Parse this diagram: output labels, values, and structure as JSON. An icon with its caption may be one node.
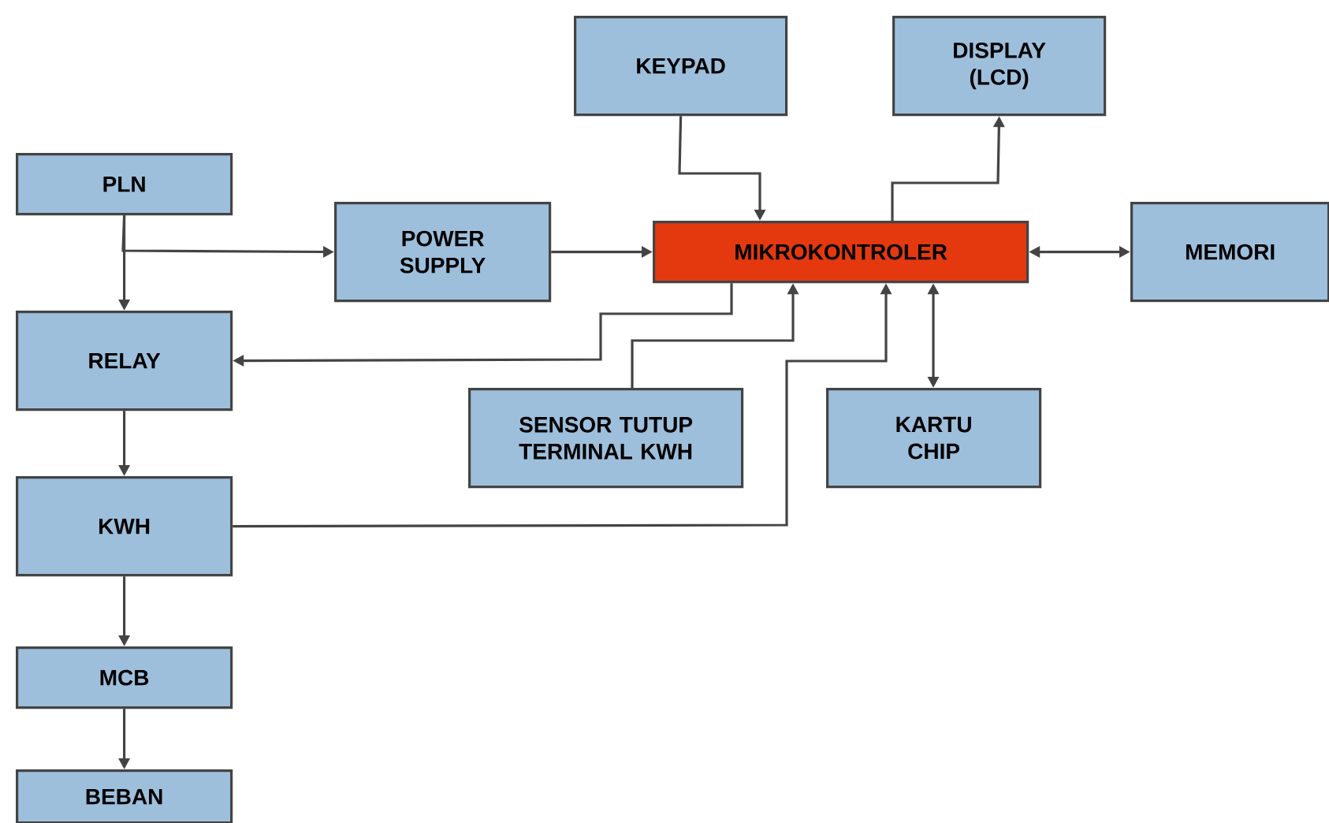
{
  "diagram": {
    "nodes": [
      {
        "text": [
          "PLN"
        ]
      },
      {
        "text": [
          "POWER SUPPLY"
        ]
      },
      {
        "text": [
          "MIKROKONTROLER"
        ]
      },
      {
        "text": [
          "KEYPAD"
        ]
      },
      {
        "text": [
          "DISPLAY (LCD)"
        ]
      },
      {
        "text": [
          "MEMORI"
        ]
      },
      {
        "text": [
          "RELAY"
        ]
      },
      {
        "text": [
          "SENSOR TUTUP TERMINAL KWH"
        ]
      },
      {
        "text": [
          "KARTU CHIP"
        ]
      },
      {
        "text": [
          "KWH"
        ]
      },
      {
        "text": [
          "MCB"
        ]
      },
      {
        "text": [
          "BEBAN"
        ]
      }
    ],
    "edges": [
      {
        "from": 0,
        "to": 1,
        "arrow": "to"
      },
      {
        "from": 0,
        "to": 6,
        "arrow": "to"
      },
      {
        "from": 1,
        "to": 2,
        "arrow": "to"
      },
      {
        "from": 3,
        "to": 2,
        "arrow": "to"
      },
      {
        "from": 2,
        "to": 4,
        "arrow": "to"
      },
      {
        "from": 2,
        "to": 5,
        "arrow": "both"
      },
      {
        "from": 2,
        "to": 6,
        "arrow": "to"
      },
      {
        "from": 7,
        "to": 2,
        "arrow": "to"
      },
      {
        "from": 8,
        "to": 2,
        "arrow": "both"
      },
      {
        "from": 9,
        "to": 2,
        "arrow": "to"
      },
      {
        "from": 6,
        "to": 9,
        "arrow": "to"
      },
      {
        "from": 9,
        "to": 10,
        "arrow": "to"
      },
      {
        "from": 10,
        "to": 11,
        "arrow": "to"
      }
    ]
  }
}
